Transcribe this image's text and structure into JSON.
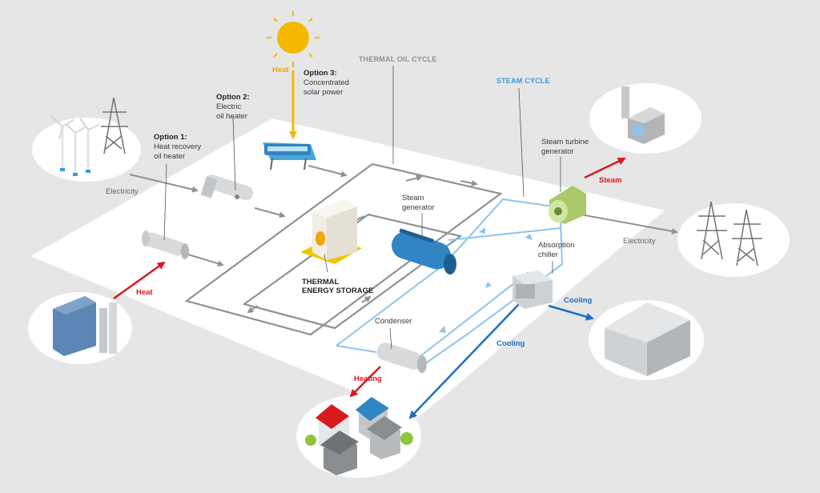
{
  "labels": {
    "heat_sun": "Heat",
    "thermal_oil_cycle": "THERMAL OIL CYCLE",
    "steam_cycle": "STEAM CYCLE",
    "option3_title": "Option 3:",
    "option3_line1": "Concentrated",
    "option3_line2": "solar power",
    "option2_title": "Option 2:",
    "option2_line1": "Electric",
    "option2_line2": "oil heater",
    "option1_title": "Option 1:",
    "option1_line1": "Heat recovery",
    "option1_line2": "oil heater",
    "electricity_in": "Electricity",
    "heat_factory": "Heat",
    "storage_line1": "THERMAL",
    "storage_line2": "ENERGY STORAGE",
    "steam_gen_line1": "Steam",
    "steam_gen_line2": "generator",
    "turbine_line1": "Steam turbine",
    "turbine_line2": "generator",
    "steam_out": "Steam",
    "electricity_out": "Electricity",
    "chiller_line1": "Absorption",
    "chiller_line2": "chiller",
    "cooling_industry": "Cooling",
    "cooling_houses": "Cooling",
    "condenser": "Condenser",
    "heating": "Heating"
  },
  "colors": {
    "background": "#e6e6e7",
    "platform": "#ffffff",
    "oil_pipe": "#8f9193",
    "steam_pipe": "#8cc4ea",
    "heat_red": "#d71920",
    "cooling_blue": "#1b6fc2",
    "sun_yellow": "#f5b800",
    "steam_label": "#3a9ad9",
    "sun_label": "#f0a500"
  },
  "icons": [
    "sun-icon",
    "wind-turbine-icon",
    "power-pylon-icon",
    "factory-icon",
    "building-icon",
    "warehouse-icon",
    "house-icon",
    "solar-collector-icon",
    "electric-heater-icon",
    "heat-exchanger-icon",
    "storage-tank-icon",
    "steam-generator-icon",
    "turbine-icon",
    "chiller-icon",
    "condenser-icon"
  ]
}
